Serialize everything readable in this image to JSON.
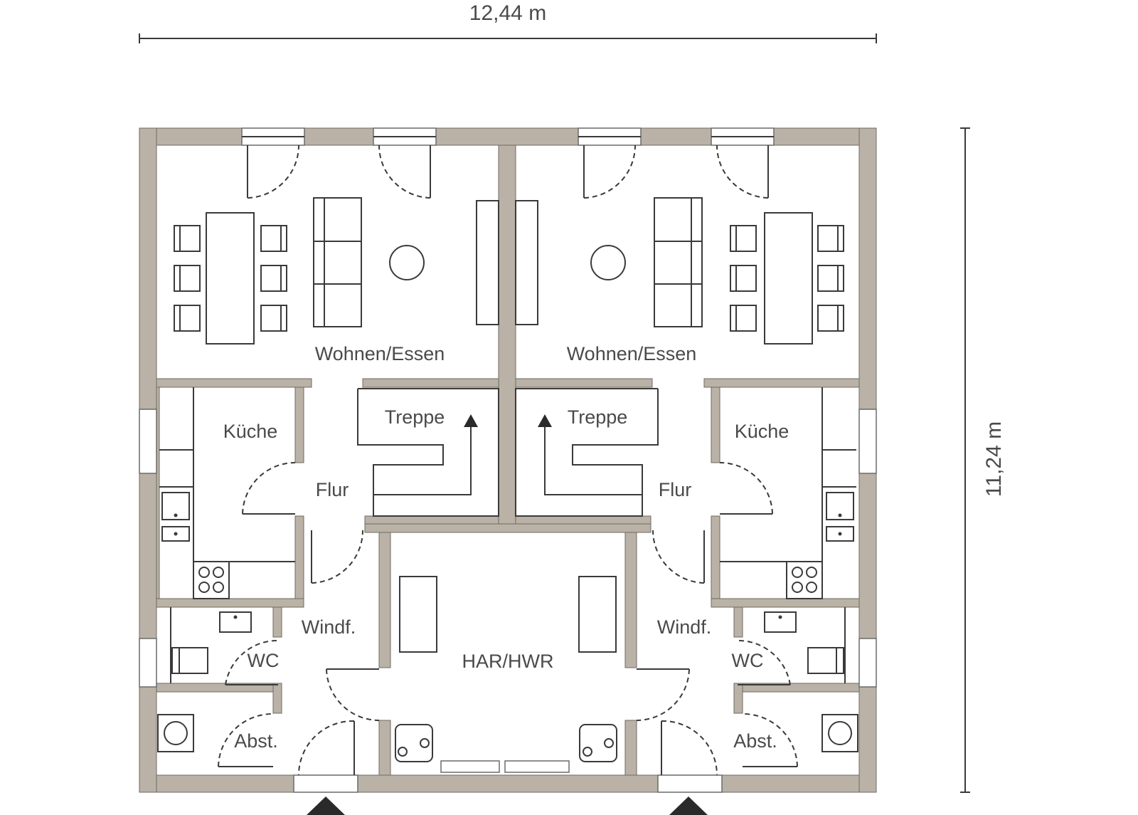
{
  "dimensions": {
    "width": "12,44 m",
    "height": "11,24 m"
  },
  "rooms": {
    "left_living": "Wohnen/Essen",
    "right_living": "Wohnen/Essen",
    "left_stairs": "Treppe",
    "right_stairs": "Treppe",
    "left_kitchen": "Küche",
    "right_kitchen": "Küche",
    "left_hall": "Flur",
    "right_hall": "Flur",
    "left_vestibule": "Windf.",
    "right_vestibule": "Windf.",
    "left_wc": "WC",
    "right_wc": "WC",
    "left_storage": "Abst.",
    "right_storage": "Abst.",
    "utility": "HAR/HWR"
  },
  "colors": {
    "wall": "#bab2a6",
    "line": "#3a3a3a",
    "text": "#4a4a4a"
  }
}
